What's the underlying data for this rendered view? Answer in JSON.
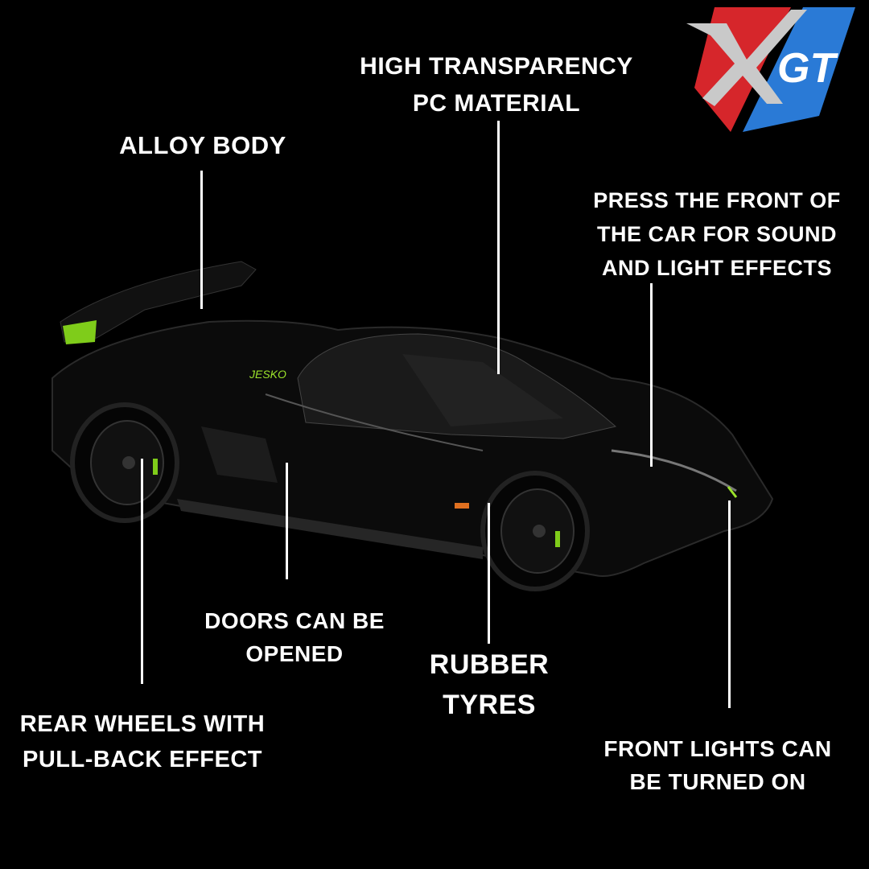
{
  "brand": {
    "logo_text": "XGT",
    "colors": {
      "red": "#d6262b",
      "blue": "#2a7ad6",
      "silver": "#c9c9c9"
    }
  },
  "callouts": {
    "pc_material": [
      "HIGH TRANSPARENCY",
      "PC MATERIAL"
    ],
    "alloy_body": [
      "ALLOY BODY"
    ],
    "sound_light": [
      "PRESS THE FRONT OF",
      "THE CAR FOR SOUND",
      "AND LIGHT EFFECTS"
    ],
    "doors": [
      "DOORS CAN BE",
      "OPENED"
    ],
    "tyres": [
      "RUBBER",
      "TYRES"
    ],
    "rear_wheels": [
      "REAR WHEELS WITH",
      "PULL-BACK EFFECT"
    ],
    "front_lights": [
      "FRONT LIGHTS CAN",
      "BE TURNED ON"
    ]
  },
  "car": {
    "body_color": "#0b0b0b",
    "accent_color": "#9be22b"
  }
}
